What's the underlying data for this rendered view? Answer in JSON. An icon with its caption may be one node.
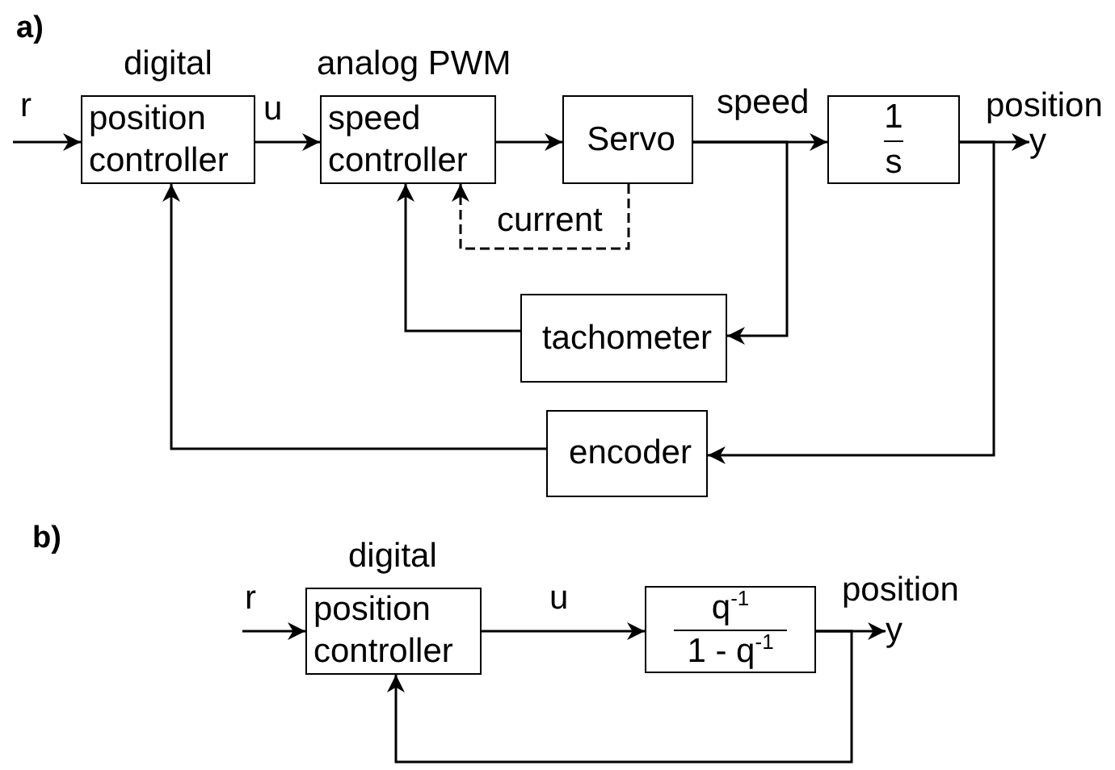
{
  "diagram": {
    "nodes": [
      {
        "text": [
          "position controller"
        ],
        "beside": [
          "digital"
        ]
      },
      {
        "text": [
          "speed controller"
        ],
        "beside": [
          "analog PWM"
        ]
      },
      {
        "text": [
          "Servo"
        ]
      },
      {
        "text": [
          "1",
          "s"
        ]
      },
      {
        "text": [
          "tachometer"
        ]
      },
      {
        "text": [
          "encoder"
        ]
      },
      {
        "text": [
          "position controller"
        ],
        "beside": [
          "digital"
        ]
      },
      {
        "text": [
          "q$^{-1}$",
          "1 - q$^{-1}$"
        ]
      },
      {
        "text": [
          "y"
        ],
        "beside": [
          "position"
        ]
      },
      {
        "text": [
          "y"
        ],
        "beside": [
          "position"
        ]
      }
    ],
    "edges": [
      {
        "from": null,
        "to": 0,
        "arrow": "to",
        "label": "r"
      },
      {
        "from": 0,
        "to": 1,
        "arrow": "to",
        "label": "u"
      },
      {
        "from": 1,
        "to": 2,
        "arrow": "to"
      },
      {
        "from": 2,
        "to": 3,
        "arrow": "to",
        "label": "speed"
      },
      {
        "from": 3,
        "to": 8,
        "arrow": "to"
      },
      {
        "from": 2,
        "to": 1,
        "arrow": "to",
        "label": "current",
        "style": "dashed"
      },
      {
        "from": 2,
        "to": 4,
        "arrow": "to"
      },
      {
        "from": 4,
        "to": 1,
        "arrow": "to"
      },
      {
        "from": 3,
        "to": 5,
        "arrow": "to"
      },
      {
        "from": 5,
        "to": 0,
        "arrow": "to"
      },
      {
        "from": null,
        "to": 6,
        "arrow": "to",
        "label": "r"
      },
      {
        "from": 6,
        "to": 7,
        "arrow": "to",
        "label": "u"
      },
      {
        "from": 7,
        "to": 9,
        "arrow": "to"
      },
      {
        "from": 7,
        "to": 6,
        "arrow": "to"
      }
    ],
    "labels": [
      "a)",
      "b)"
    ]
  }
}
